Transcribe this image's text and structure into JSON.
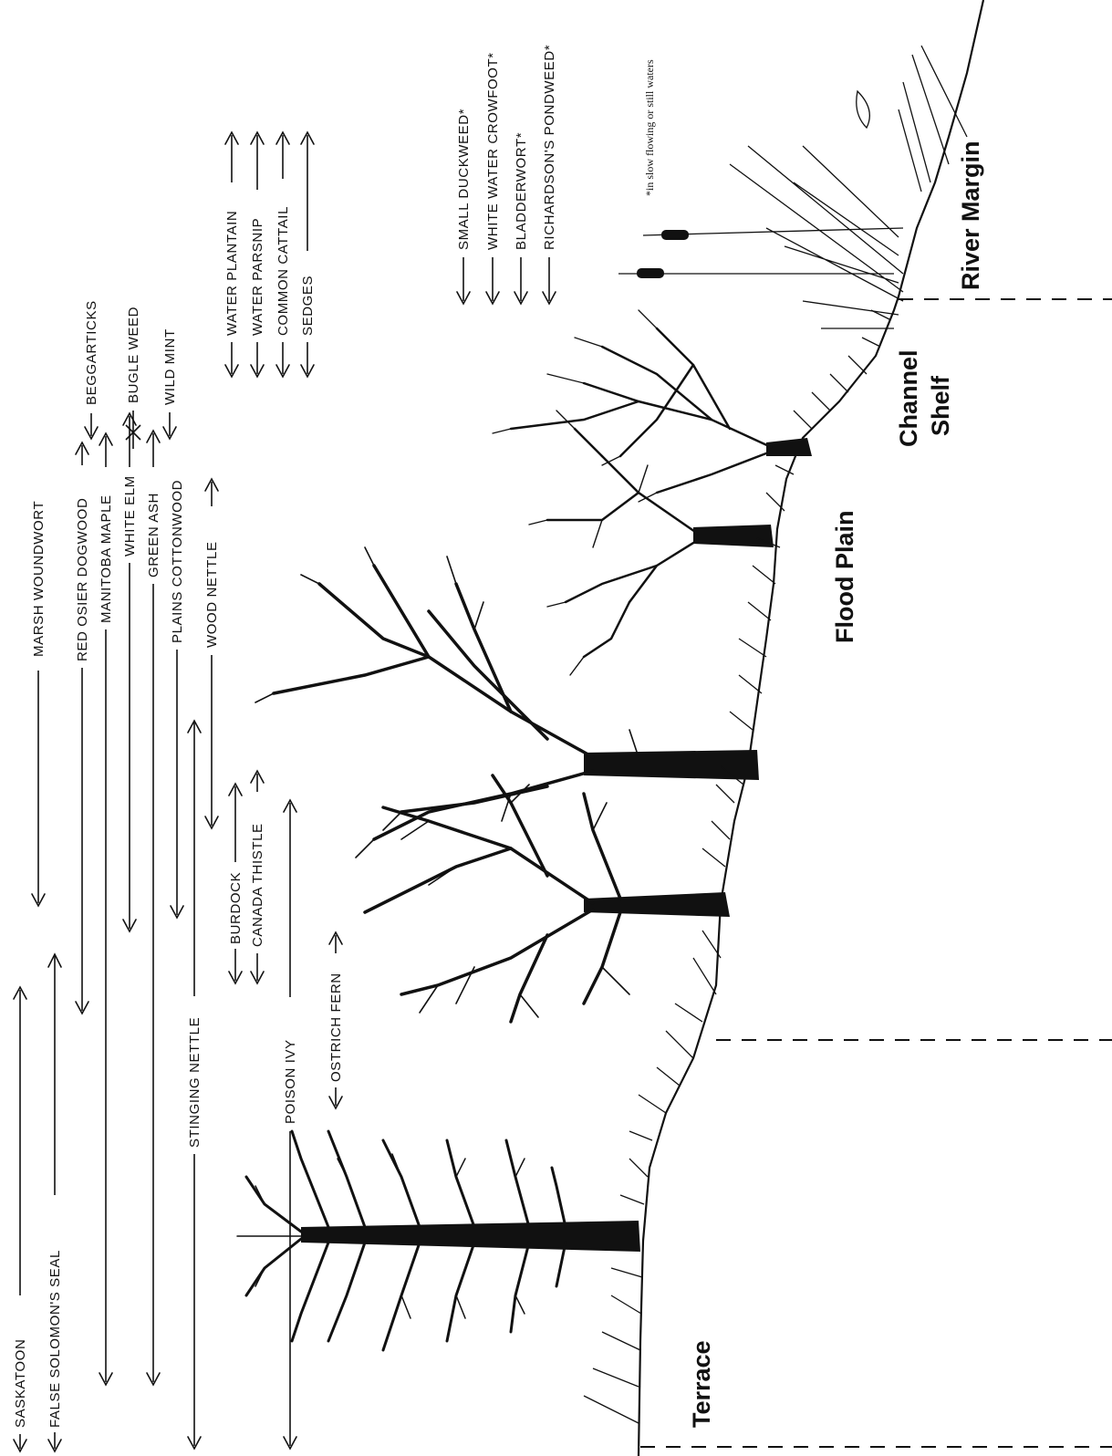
{
  "species": [
    {
      "id": "saskatoon",
      "label": "SASKATOON"
    },
    {
      "id": "false-solomons-seal",
      "label": "FALSE SOLOMON'S SEAL"
    },
    {
      "id": "marsh-woundwort",
      "label": "MARSH WOUNDWORT"
    },
    {
      "id": "red-osier-dogwood",
      "label": "RED OSIER DOGWOOD"
    },
    {
      "id": "manitoba-maple",
      "label": "MANITOBA MAPLE"
    },
    {
      "id": "white-elm",
      "label": "WHITE ELM"
    },
    {
      "id": "green-ash",
      "label": "GREEN ASH"
    },
    {
      "id": "plains-cottonwood",
      "label": "PLAINS COTTONWOOD"
    },
    {
      "id": "stinging-nettle",
      "label": "STINGING NETTLE"
    },
    {
      "id": "wood-nettle",
      "label": "WOOD NETTLE"
    },
    {
      "id": "burdock",
      "label": "BURDOCK"
    },
    {
      "id": "canada-thistle",
      "label": "CANADA THISTLE"
    },
    {
      "id": "poison-ivy",
      "label": "POISON IVY"
    },
    {
      "id": "ostrich-fern",
      "label": "OSTRICH FERN"
    },
    {
      "id": "beggarticks",
      "label": "BEGGARTICKS"
    },
    {
      "id": "bugle-weed",
      "label": "BUGLE WEED"
    },
    {
      "id": "wild-mint",
      "label": "WILD MINT"
    },
    {
      "id": "water-plantain",
      "label": "WATER PLANTAIN"
    },
    {
      "id": "water-parsnip",
      "label": "WATER PARSNIP"
    },
    {
      "id": "common-cattail",
      "label": "COMMON CATTAIL"
    },
    {
      "id": "sedges",
      "label": "SEDGES"
    },
    {
      "id": "small-duckweed",
      "label": "SMALL DUCKWEED*"
    },
    {
      "id": "white-water-crowfoot",
      "label": "WHITE WATER CROWFOOT*"
    },
    {
      "id": "bladderwort",
      "label": "BLADDERWORT*"
    },
    {
      "id": "richardsons-pondweed",
      "label": "RICHARDSON'S PONDWEED*"
    }
  ],
  "zones": {
    "terrace": "Terrace",
    "flood_plain": "Flood Plain",
    "channel_shelf_1": "Channel",
    "channel_shelf_2": "Shelf",
    "river_margin": "River Margin"
  },
  "footnote": "*in slow flowing or still waters"
}
